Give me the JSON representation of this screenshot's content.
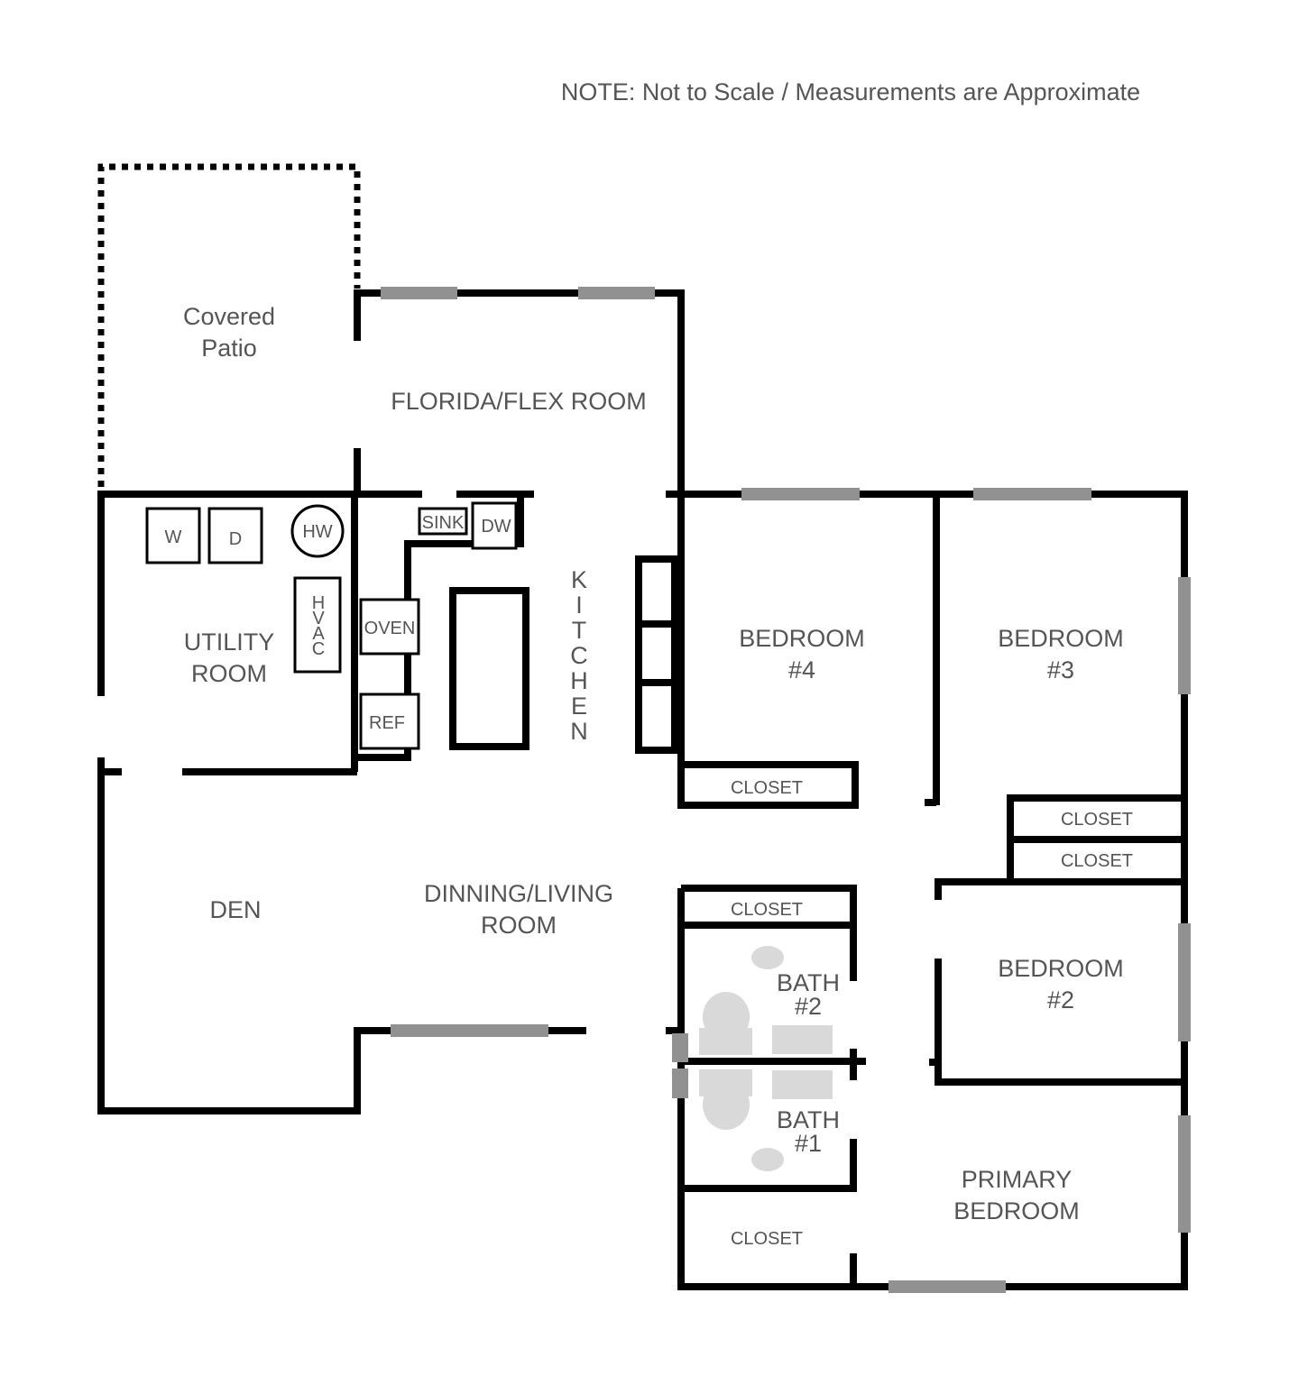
{
  "note": "NOTE:  Not to Scale / Measurements are Approximate",
  "rooms": {
    "patio": [
      "Covered",
      "Patio"
    ],
    "florida": "FLORIDA/FLEX ROOM",
    "utility": [
      "UTILITY",
      "ROOM"
    ],
    "kitchen": [
      "K",
      "I",
      "T",
      "C",
      "H",
      "E",
      "N"
    ],
    "bedroom4": [
      "BEDROOM",
      "#4"
    ],
    "bedroom3": [
      "BEDROOM",
      "#3"
    ],
    "bedroom2": [
      "BEDROOM",
      "#2"
    ],
    "den": "DEN",
    "living": [
      "DINNING/LIVING",
      "ROOM"
    ],
    "bath2": [
      "BATH",
      "#2"
    ],
    "bath1": [
      "BATH",
      "#1"
    ],
    "primary": [
      "PRIMARY",
      "BEDROOM"
    ],
    "closet": "CLOSET"
  },
  "appliances": {
    "washer": "W",
    "dryer": "D",
    "water_heater": "HW",
    "hvac": [
      "H",
      "V",
      "A",
      "C"
    ],
    "oven": "OVEN",
    "refrigerator": "REF",
    "sink": "SINK",
    "dishwasher": "DW"
  },
  "colors": {
    "wall": "#000000",
    "window": "#919191",
    "fixture": "#d9d9d9",
    "text": "#555555"
  }
}
